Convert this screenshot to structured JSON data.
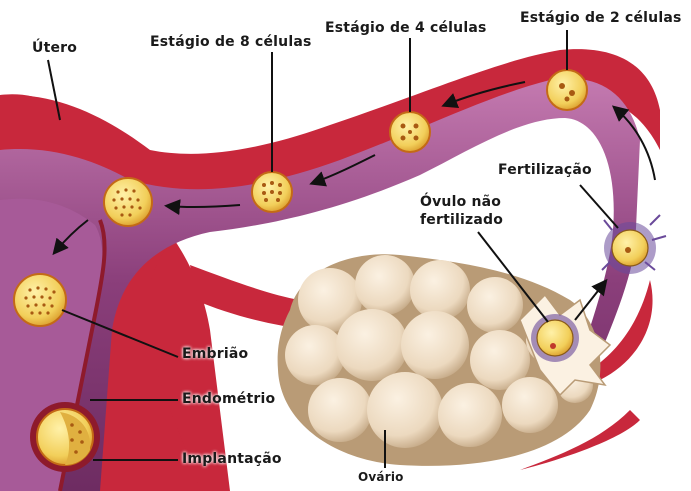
{
  "labels": {
    "utero": "Útero",
    "estagio_8": "Estágio de 8 células",
    "estagio_4": "Estágio de 4 células",
    "estagio_2": "Estágio de 2 células",
    "fertilizacao": "Fertilização",
    "ovulo_line1": "Óvulo não",
    "ovulo_line2": "fertilizado",
    "embriao": "Embrião",
    "endometrio": "Endométrio",
    "implantacao": "Implantação",
    "ovario": "Ovário"
  },
  "colors": {
    "uterus_wall": "#c8283c",
    "uterus_dark": "#8e1a2c",
    "tube_interior": "#8a3e7a",
    "tube_light": "#c47ab0",
    "cavity": "#a75a98",
    "ovary": "#ecd9bf",
    "ovary_shadow": "#b99b76",
    "cell_fill": "#f2cf5a",
    "cell_dots": "#a85a12",
    "sperm": "#6a4a9a"
  }
}
